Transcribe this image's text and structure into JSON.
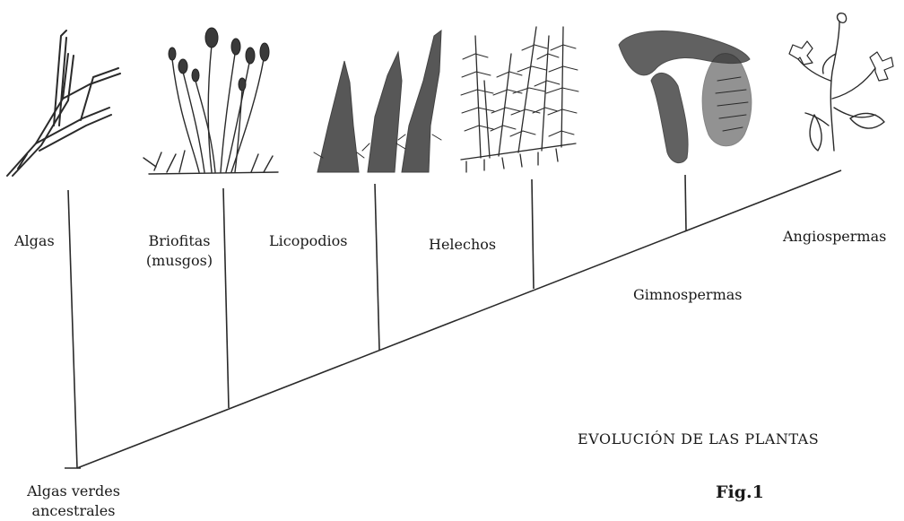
{
  "diagram": {
    "title": "EVOLUCIÓN DE LAS PLANTAS",
    "figure_label": "Fig.1",
    "root_label_line1": "Algas verdes",
    "root_label_line2": "ancestrales",
    "groups": [
      {
        "id": "algas",
        "label_line1": "Algas",
        "label_line2": ""
      },
      {
        "id": "briofitas",
        "label_line1": "Briofitas",
        "label_line2": "(musgos)"
      },
      {
        "id": "licopodios",
        "label_line1": "Licopodios",
        "label_line2": ""
      },
      {
        "id": "helechos",
        "label_line1": "Helechos",
        "label_line2": ""
      },
      {
        "id": "gimnospermas",
        "label_line1": "Gimnospermas",
        "label_line2": ""
      },
      {
        "id": "angiospermas",
        "label_line1": "Angiospermas",
        "label_line2": ""
      }
    ]
  },
  "colors": {
    "ink": "#2a2a2a",
    "background": "#ffffff"
  }
}
